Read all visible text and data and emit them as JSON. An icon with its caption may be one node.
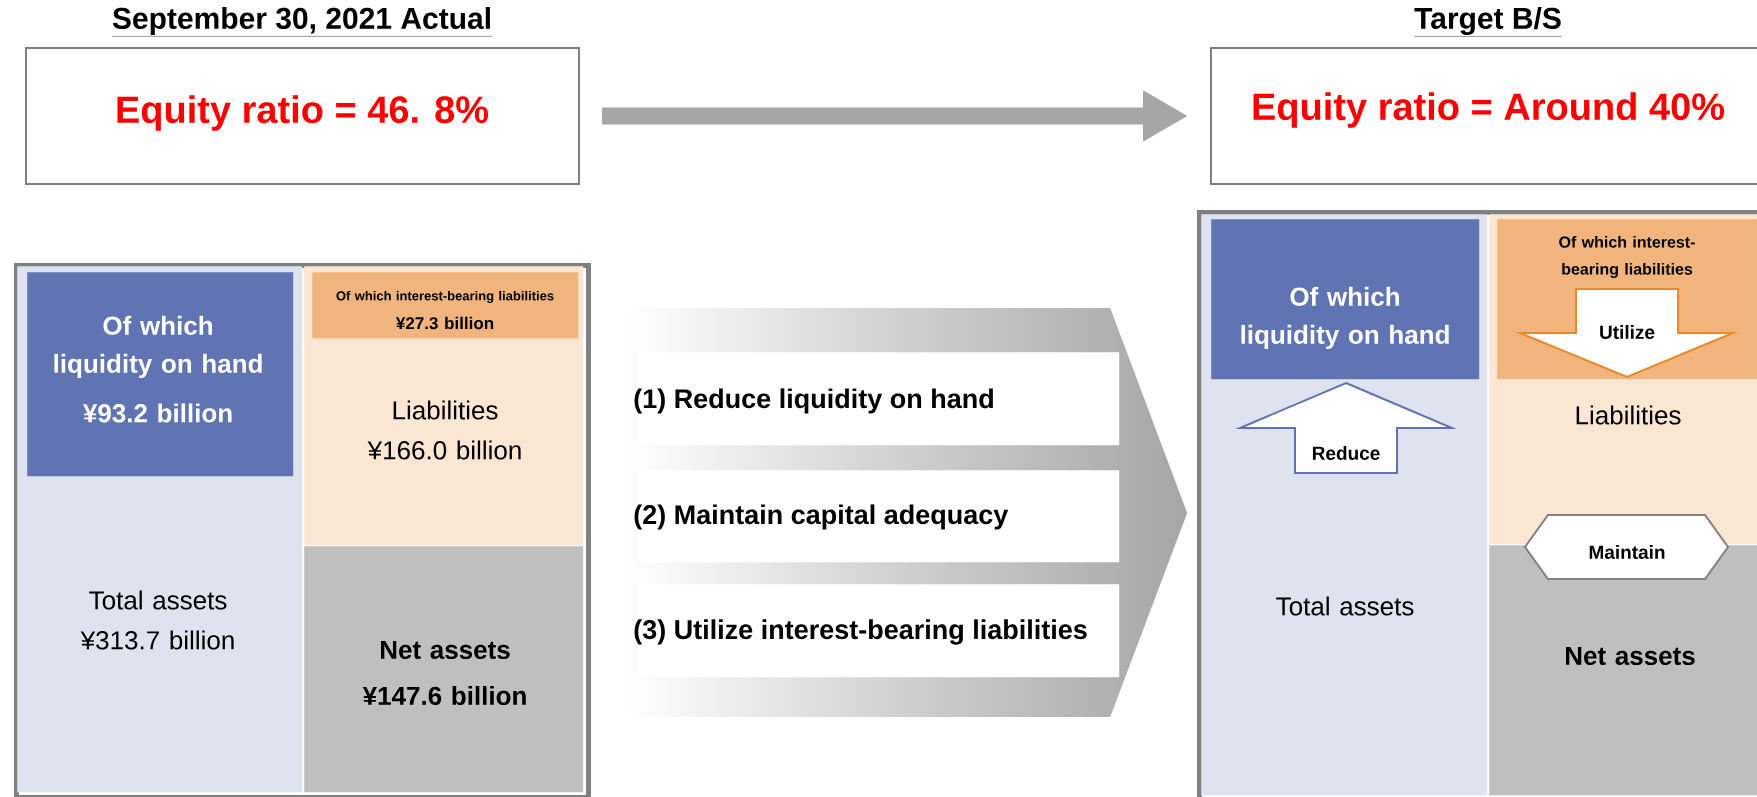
{
  "diagram": {
    "nodes": [
      {
        "text": [
          "September 30, 2021 Actual",
          "Equity ratio = 46. 8%"
        ]
      },
      {
        "text": [
          "Target B/S",
          "Equity ratio = Around 40%"
        ]
      },
      {
        "text": [],
        "shape": "box"
      },
      {
        "text": [
          "Total assets ¥313.7 billion"
        ],
        "in": 2
      },
      {
        "text": [
          "Of which liquidity on hand",
          "¥93.2 billion"
        ],
        "in": 3
      },
      {
        "text": [
          "Liabilities ¥166.0 billion"
        ],
        "in": 2
      },
      {
        "text": [
          "Of which interest-bearing liabilities",
          "¥27.3 billion"
        ],
        "in": 5
      },
      {
        "text": [
          "Net assets ¥147.6 billion"
        ],
        "in": 2
      },
      {
        "text": [],
        "shape": "arrow"
      },
      {
        "text": [
          "(1) Reduce liquidity on hand"
        ],
        "in": 8
      },
      {
        "text": [
          "(2) Maintain capital adequacy"
        ],
        "in": 8
      },
      {
        "text": [
          "(3) Utilize interest-bearing liabilities"
        ],
        "in": 8
      },
      {
        "text": [],
        "shape": "box"
      },
      {
        "text": [
          "Total assets"
        ],
        "in": 12
      },
      {
        "text": [
          "Of which liquidity on hand"
        ],
        "in": 13
      },
      {
        "text": [
          "Reduce"
        ],
        "in": 13
      },
      {
        "text": [
          "Liabilities"
        ],
        "in": 12
      },
      {
        "text": [
          "Of which interest-bearing liabilities"
        ],
        "in": 16
      },
      {
        "text": [
          "Utilize"
        ],
        "in": 17
      },
      {
        "text": [
          "Net assets"
        ],
        "in": 12
      },
      {
        "text": [
          "Maintain"
        ],
        "in": 12
      }
    ],
    "edges": [
      {
        "from": 0,
        "to": 1,
        "arrow": "to",
        "color": "#a6a6a6"
      }
    ]
  }
}
